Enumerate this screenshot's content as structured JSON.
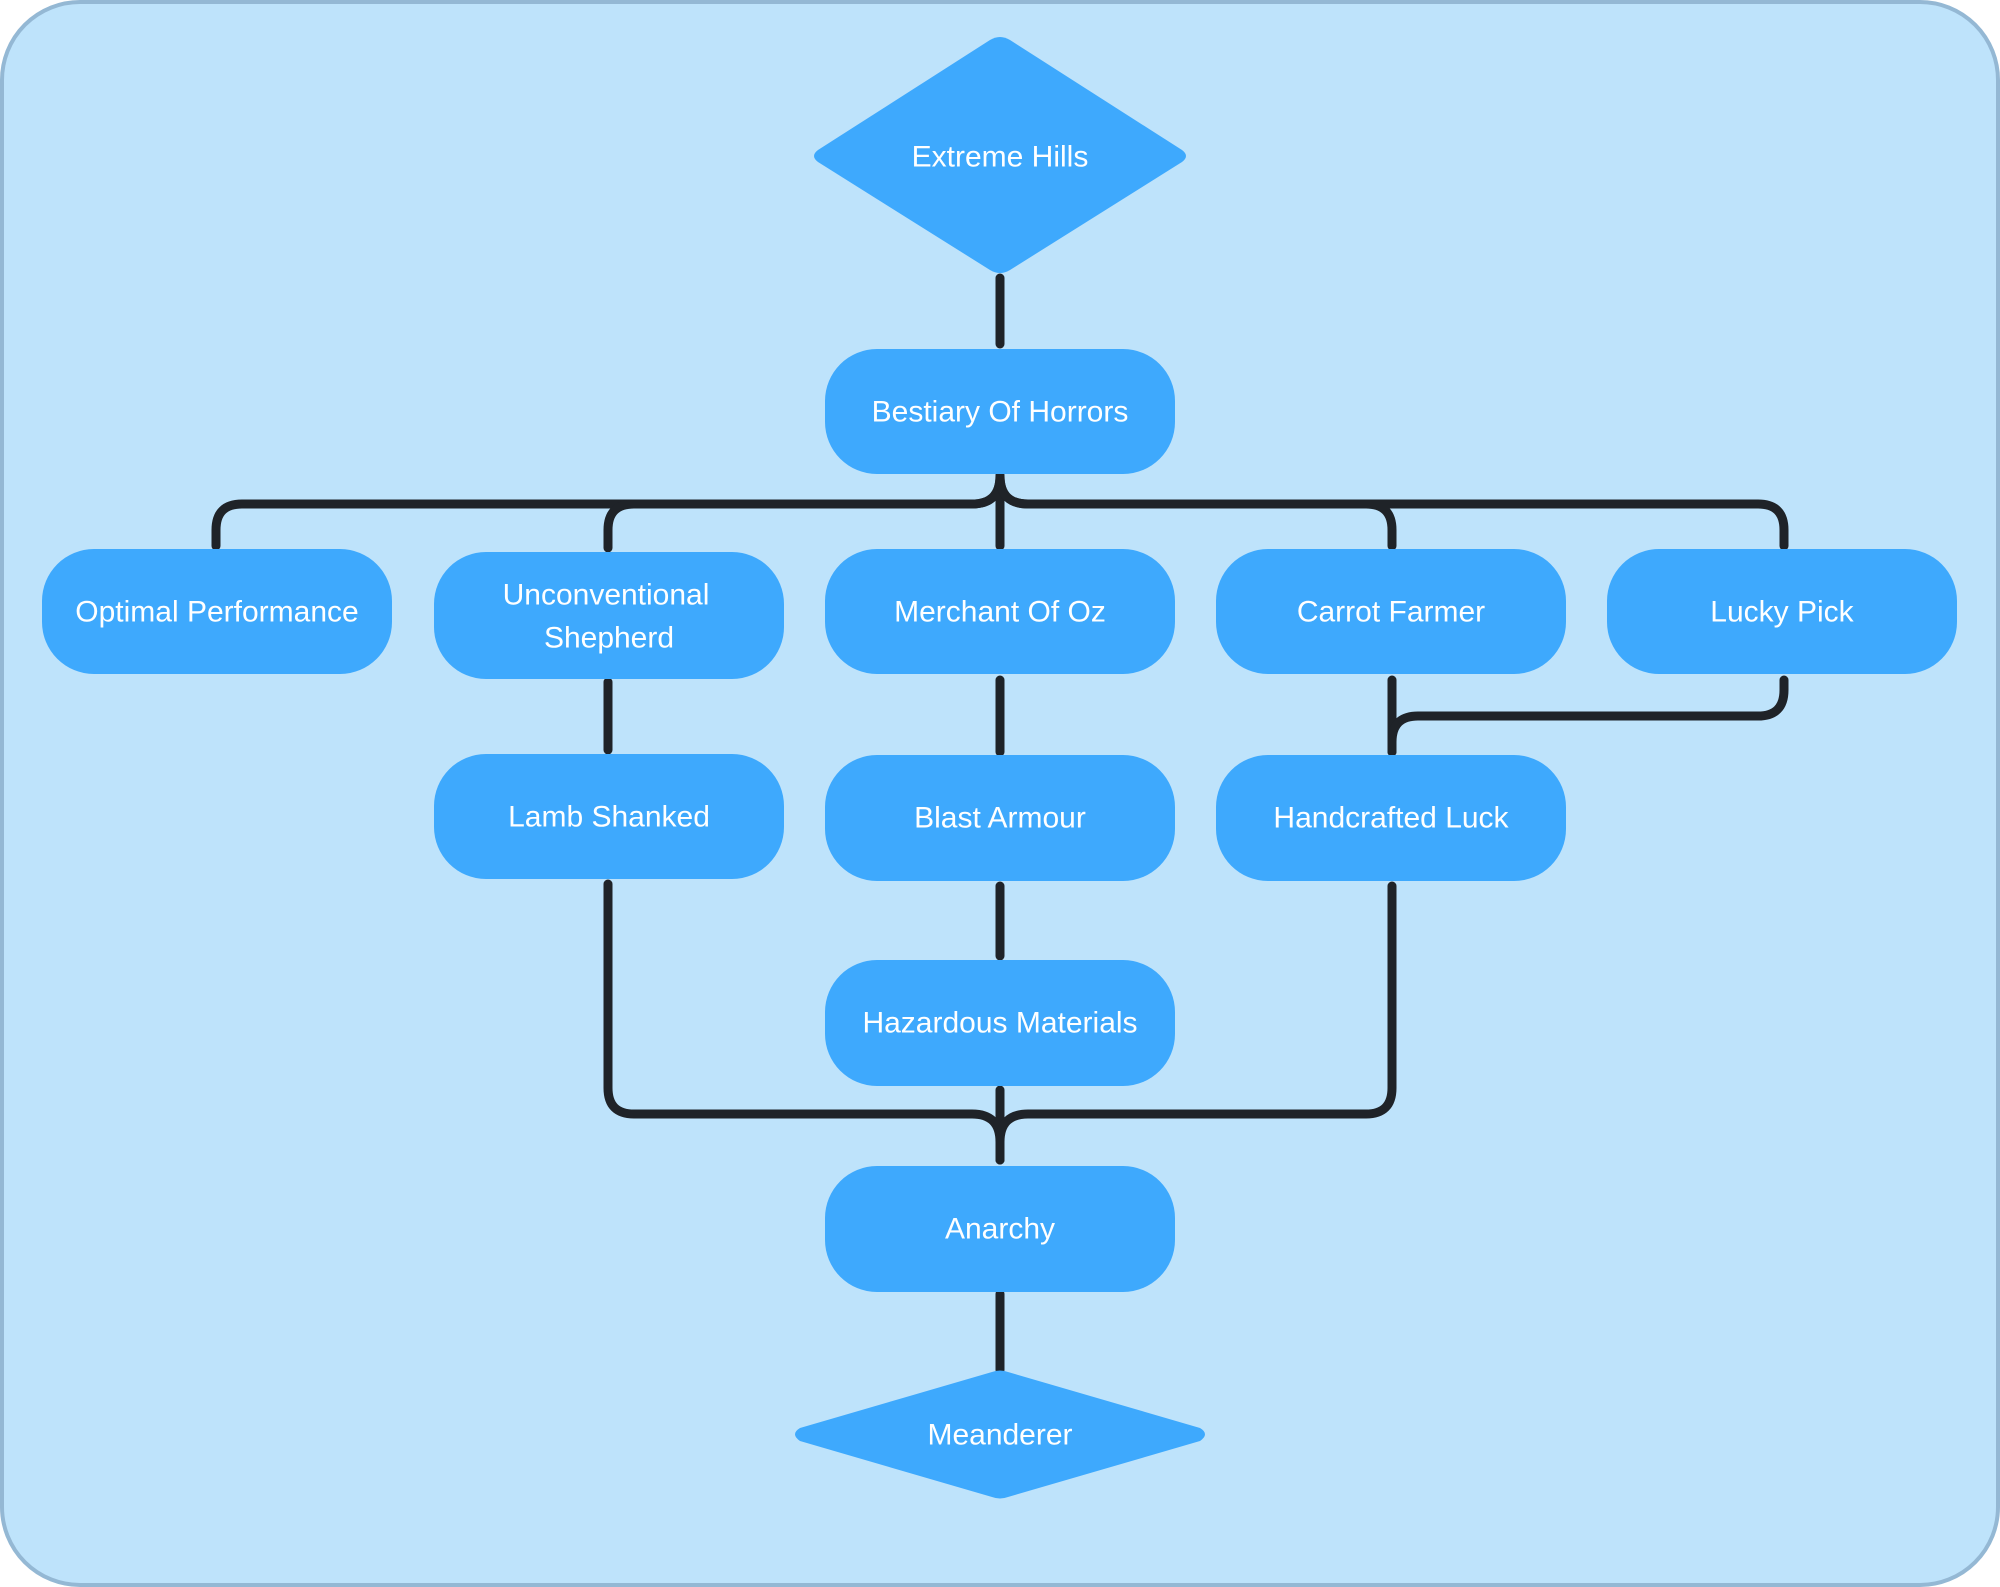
{
  "colors": {
    "background": "#bee3fb",
    "frame_border": "#94b8d4",
    "node_fill": "#3ea9fd",
    "node_border_dark": "#2f8ad4",
    "edge": "#1f2328",
    "text": "#ffffff"
  },
  "nodes": {
    "extreme_hills": {
      "label": "Extreme Hills",
      "shape": "diamond"
    },
    "bestiary_of_horrors": {
      "label": "Bestiary Of Horrors",
      "shape": "rounded-rect"
    },
    "optimal_performance": {
      "label": "Optimal Performance",
      "shape": "rounded-rect"
    },
    "unconventional_shepherd": {
      "label": "Unconventional Shepherd",
      "shape": "rounded-rect",
      "lines": [
        "Unconventional",
        "Shepherd"
      ]
    },
    "merchant_of_oz": {
      "label": "Merchant Of Oz",
      "shape": "rounded-rect"
    },
    "carrot_farmer": {
      "label": "Carrot Farmer",
      "shape": "rounded-rect"
    },
    "lucky_pick": {
      "label": "Lucky Pick",
      "shape": "rounded-rect"
    },
    "lamb_shanked": {
      "label": "Lamb Shanked",
      "shape": "rounded-rect"
    },
    "blast_armour": {
      "label": "Blast Armour",
      "shape": "rounded-rect"
    },
    "handcrafted_luck": {
      "label": "Handcrafted Luck",
      "shape": "rounded-rect"
    },
    "hazardous_materials": {
      "label": "Hazardous Materials",
      "shape": "rounded-rect"
    },
    "anarchy": {
      "label": "Anarchy",
      "shape": "rounded-rect"
    },
    "meanderer": {
      "label": "Meanderer",
      "shape": "diamond"
    }
  },
  "edges": [
    {
      "from": "extreme_hills",
      "to": "bestiary_of_horrors"
    },
    {
      "from": "bestiary_of_horrors",
      "to": "optimal_performance"
    },
    {
      "from": "bestiary_of_horrors",
      "to": "unconventional_shepherd"
    },
    {
      "from": "bestiary_of_horrors",
      "to": "merchant_of_oz"
    },
    {
      "from": "bestiary_of_horrors",
      "to": "carrot_farmer"
    },
    {
      "from": "bestiary_of_horrors",
      "to": "lucky_pick"
    },
    {
      "from": "unconventional_shepherd",
      "to": "lamb_shanked"
    },
    {
      "from": "merchant_of_oz",
      "to": "blast_armour"
    },
    {
      "from": "carrot_farmer",
      "to": "handcrafted_luck"
    },
    {
      "from": "lucky_pick",
      "to": "handcrafted_luck"
    },
    {
      "from": "blast_armour",
      "to": "hazardous_materials"
    },
    {
      "from": "lamb_shanked",
      "to": "anarchy"
    },
    {
      "from": "hazardous_materials",
      "to": "anarchy"
    },
    {
      "from": "handcrafted_luck",
      "to": "anarchy"
    },
    {
      "from": "anarchy",
      "to": "meanderer"
    }
  ]
}
